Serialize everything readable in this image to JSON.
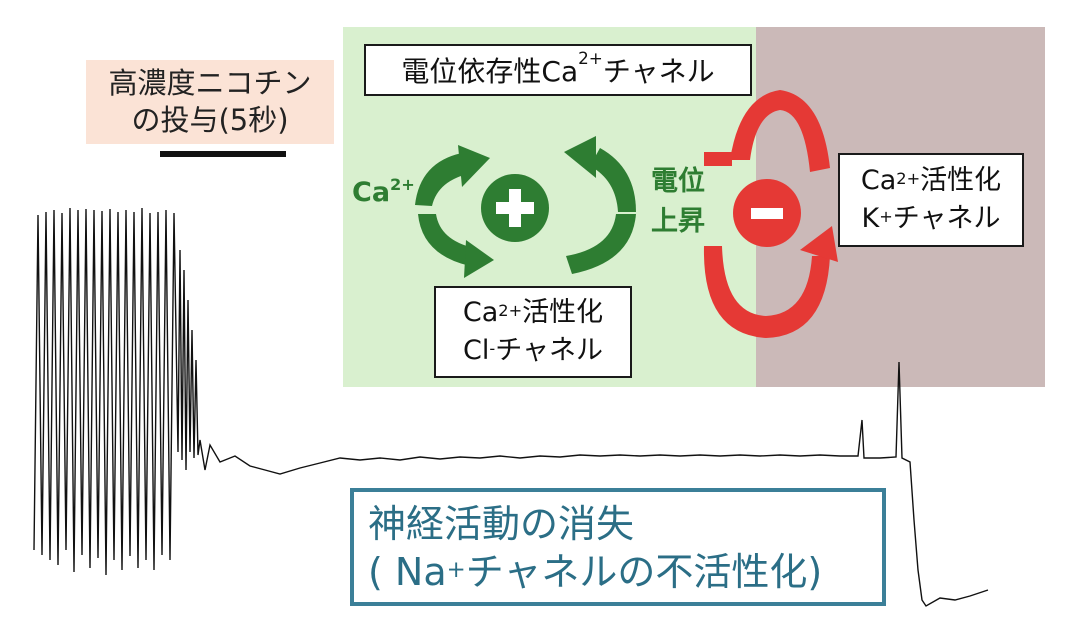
{
  "stimulus": {
    "line1": "高濃度ニコチン",
    "line2": "の投与(5秒)"
  },
  "vgcc_label": {
    "pre": "電位依存性Ca",
    "sup": "2+",
    "post": "チャネル"
  },
  "ca_label": {
    "text": "Ca",
    "sup": "2+"
  },
  "voltage_rise": {
    "line1": "電位",
    "line2": "上昇"
  },
  "cl_channel": {
    "line1_pre": "Ca",
    "line1_sup": "2+",
    "line1_post": "活性化",
    "line2_pre": "Cl",
    "line2_sup": "-",
    "line2_post": "チャネル"
  },
  "k_channel": {
    "line1_pre": "Ca",
    "line1_sup": "2+",
    "line1_post": "活性化",
    "line2_pre": "K",
    "line2_sup": "+",
    "line2_post": "チャネル"
  },
  "plus_symbol": "+",
  "minus_symbol": "-",
  "conclusion": {
    "line1": "神経活動の消失",
    "line2_pre": "( Na",
    "line2_sup": "+",
    "line2_post": "チャネルの不活性化)"
  },
  "colors": {
    "green_panel": "#d9f0cf",
    "mauve_panel": "#cbb9b8",
    "green_arrow": "#2e7d32",
    "red_arrow": "#e53935",
    "teal_border": "#3b7f98",
    "stimulus_bg": "#fbe3d6"
  }
}
